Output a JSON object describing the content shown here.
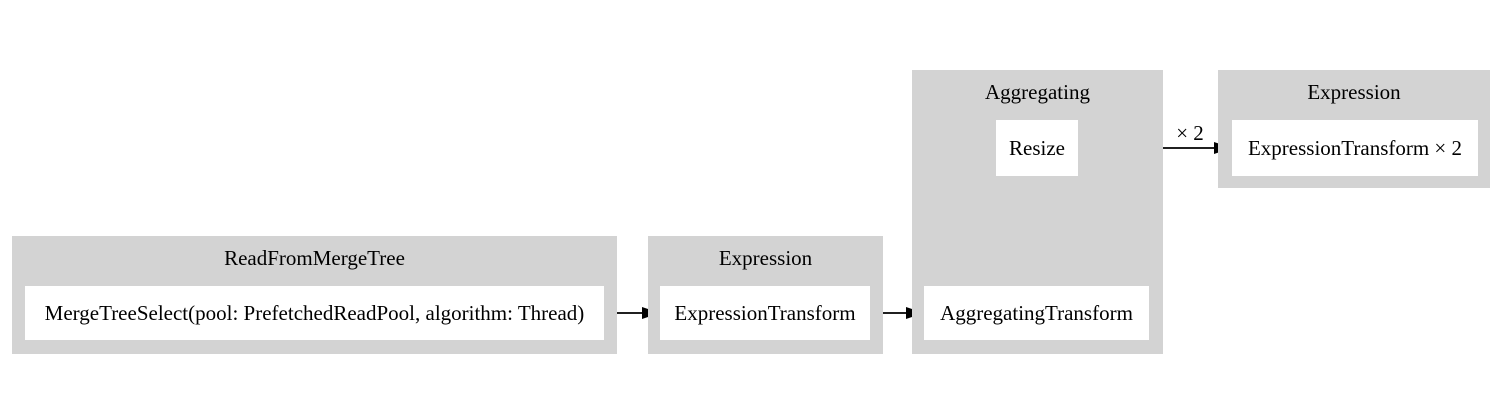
{
  "diagram": {
    "type": "pipeline-graph",
    "colors": {
      "page_bg": "#ffffff",
      "cluster_bg": "#d3d3d3",
      "node_bg": "#ffffff",
      "text": "#000000",
      "edge": "#000000"
    },
    "clusters": [
      {
        "label": "ReadFromMergeTree",
        "nodes": [
          "MergeTreeSelect(pool: PrefetchedReadPool, algorithm: Thread)"
        ]
      },
      {
        "label": "Expression",
        "nodes": [
          "ExpressionTransform"
        ]
      },
      {
        "label": "Aggregating",
        "nodes": [
          "Resize",
          "AggregatingTransform"
        ]
      },
      {
        "label": "Expression",
        "nodes": [
          "ExpressionTransform × 2"
        ]
      }
    ],
    "edges": [
      {
        "from": "MergeTreeSelect(pool: PrefetchedReadPool, algorithm: Thread)",
        "to": "ExpressionTransform",
        "label": ""
      },
      {
        "from": "ExpressionTransform",
        "to": "AggregatingTransform",
        "label": ""
      },
      {
        "from": "AggregatingTransform",
        "to": "Resize",
        "label": ""
      },
      {
        "from": "Resize",
        "to": "ExpressionTransform × 2",
        "label": "× 2"
      }
    ]
  }
}
